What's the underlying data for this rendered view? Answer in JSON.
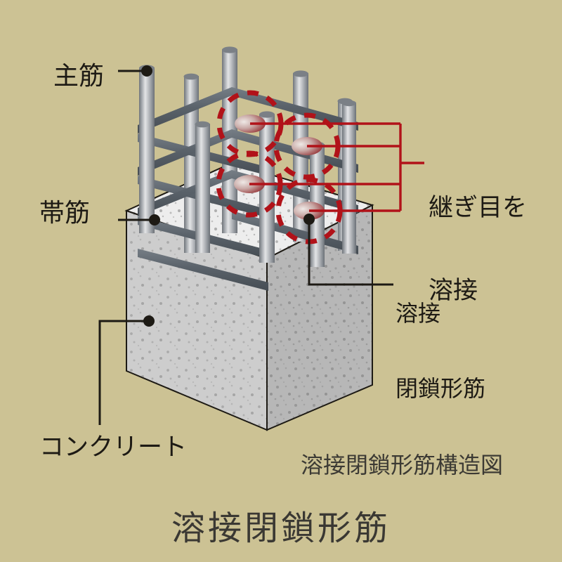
{
  "page": {
    "background_color": "#ccc294",
    "title": "溶接閉鎖形筋",
    "caption": "溶接閉鎖形筋構造図"
  },
  "labels": {
    "main_bar": "主筋",
    "hoop": "帯筋",
    "weld_joint_line1": "継ぎ目を",
    "weld_joint_line2": "溶接",
    "closed_hoop_line1": "溶接",
    "closed_hoop_line2": "閉鎖形筋",
    "concrete": "コンクリート"
  },
  "colors": {
    "background": "#ccc294",
    "weld_marker": "#b11219",
    "leader_dark": "#1d1a14",
    "rebar_hoop": "#5a626a",
    "rebar_main_light": "#d9dadc",
    "rebar_main_dark": "#7d8187",
    "concrete_top": "#ececec",
    "concrete_front": "#b5b5b5",
    "concrete_left": "#cfcfcf",
    "text": "#1d1a14",
    "caption_text": "#3c3a34"
  },
  "diagram": {
    "type": "isometric-technical-illustration",
    "subject": "welded closed-form hoop reinforcement in a reinforced concrete column",
    "main_bar_count": 9,
    "hoop_level_count": 4,
    "weld_marker_count": 4,
    "weld_marker_style": "red dashed circle",
    "leader_lines": 6
  }
}
